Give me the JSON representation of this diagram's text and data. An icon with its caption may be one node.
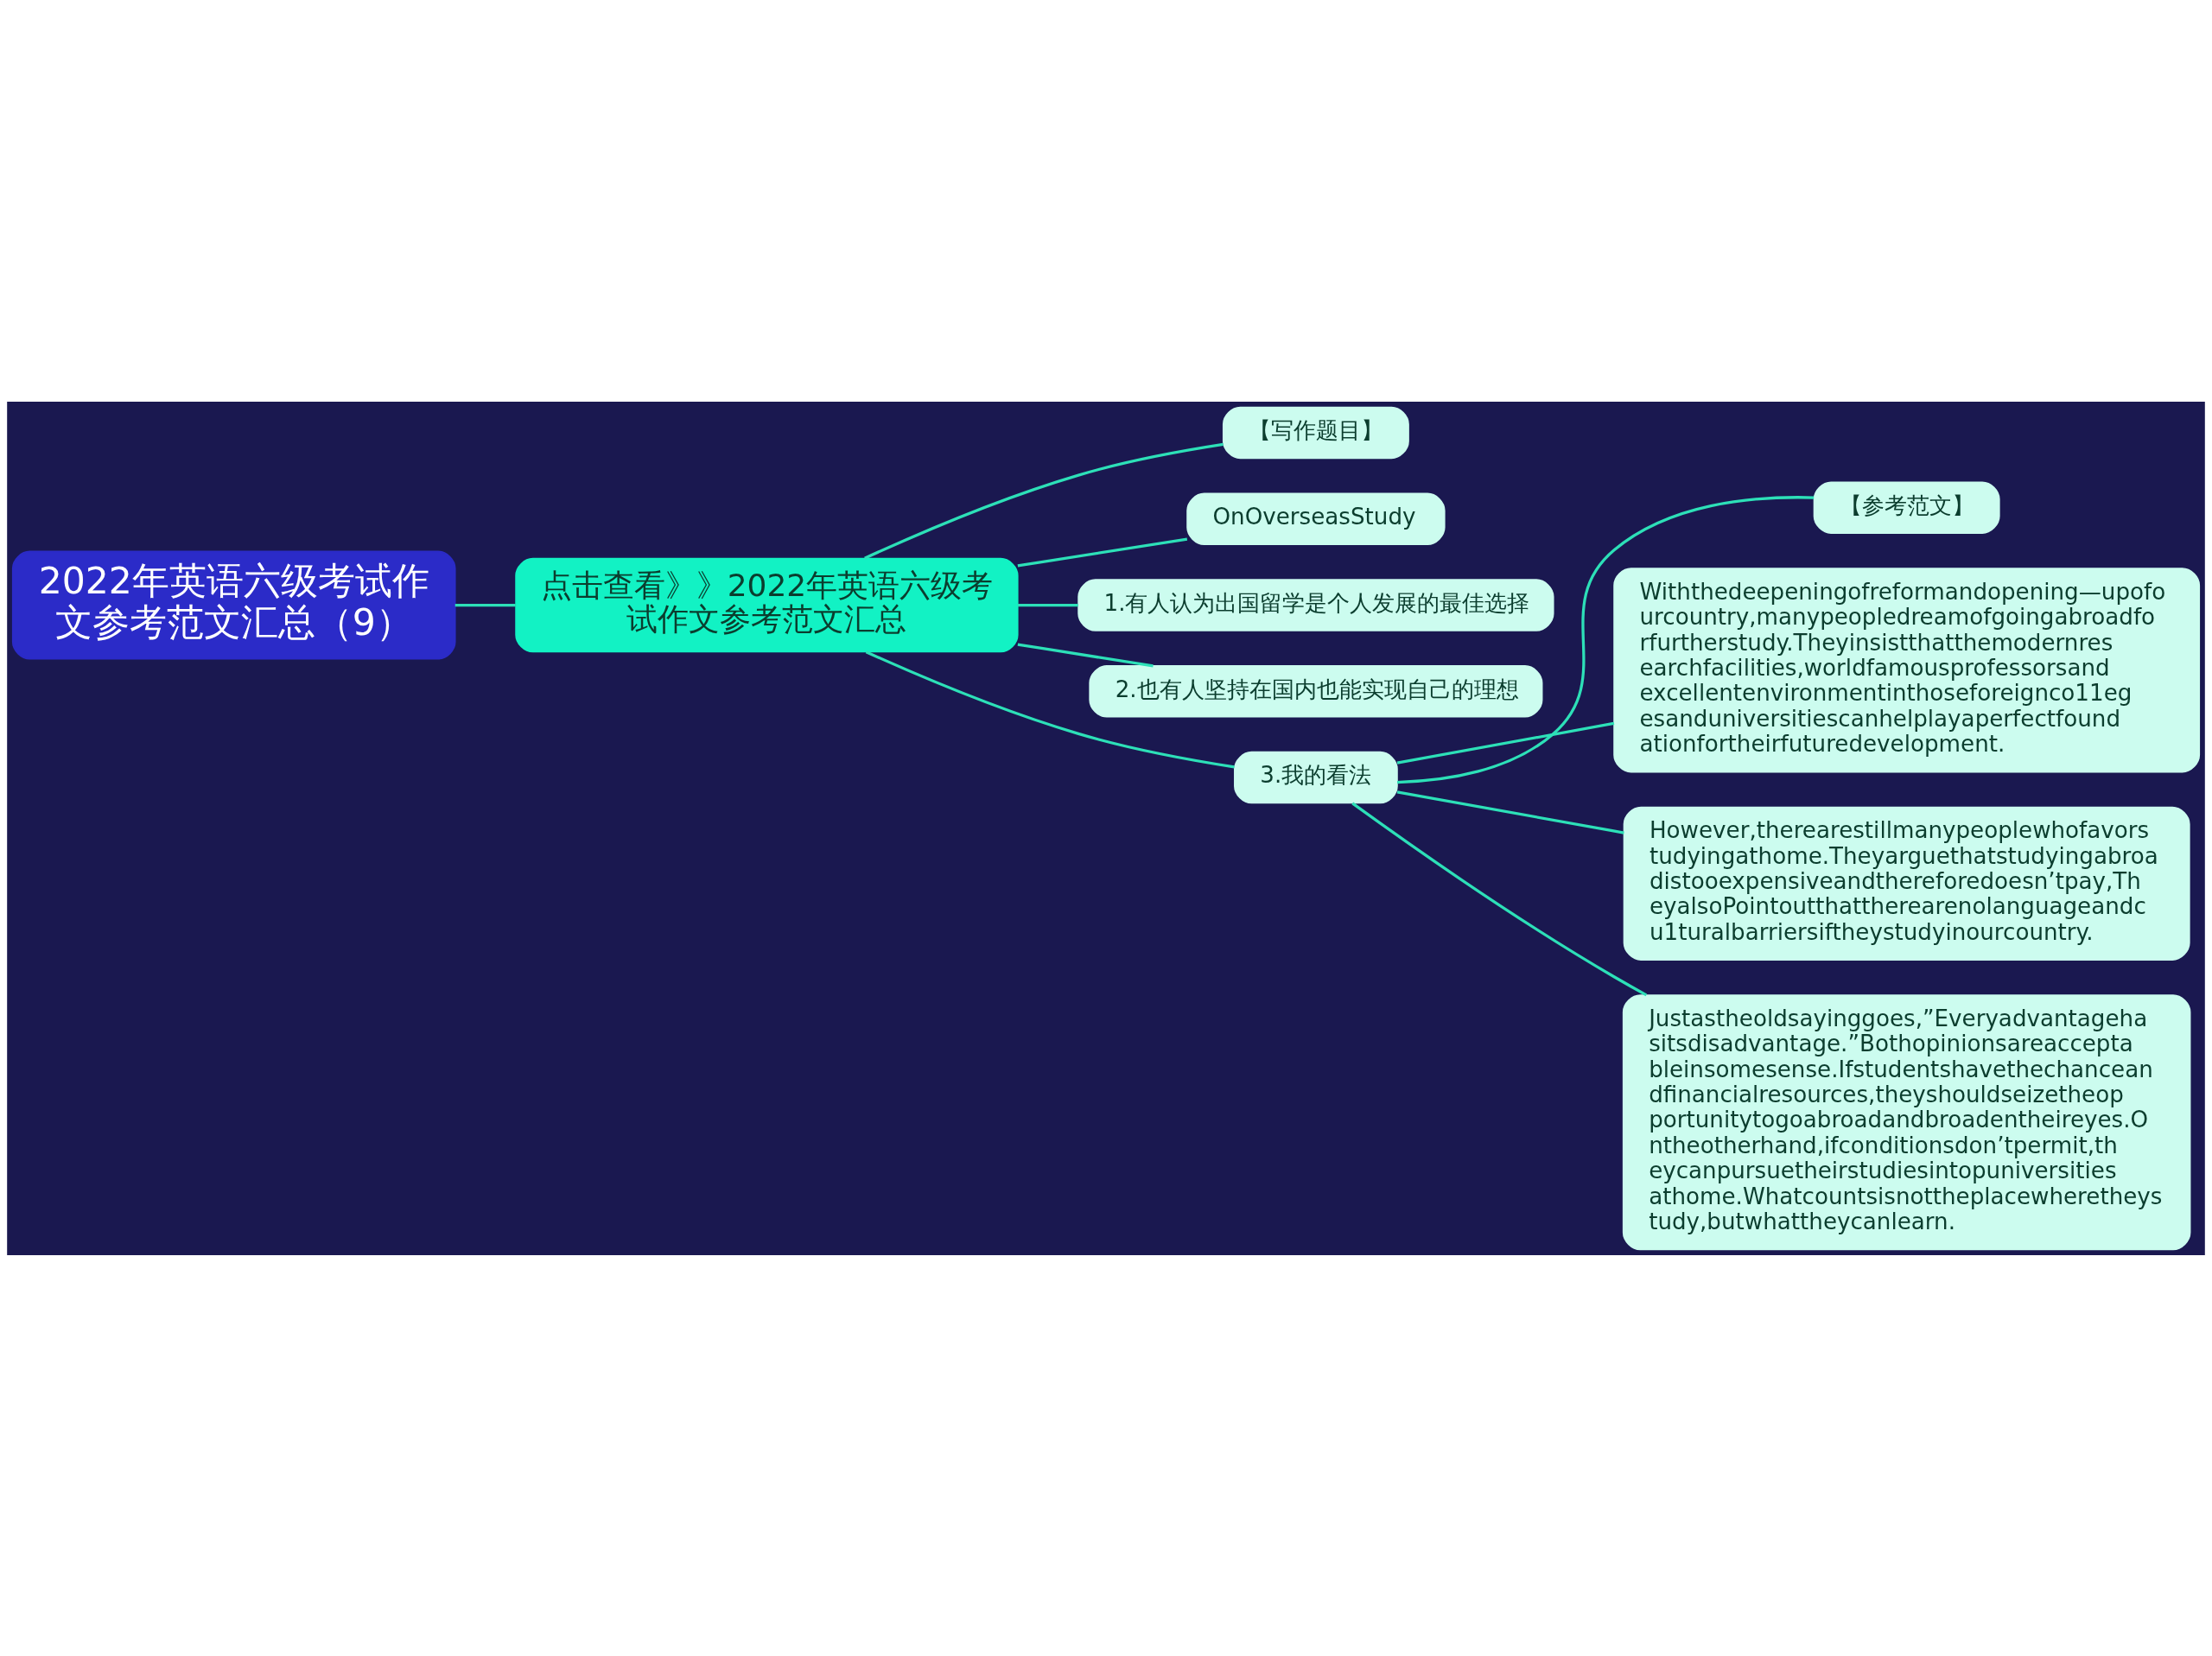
{
  "diagram": {
    "nodes": [
      {
        "text": [
          "2022年英语六级考试作文参考范文汇总（9）"
        ]
      },
      {
        "text": [
          "点击查看》》2022年英语六级考试作文参考范文汇总"
        ]
      },
      {
        "text": [
          "【写作题目】"
        ]
      },
      {
        "text": [
          "OnOverseasStudy"
        ]
      },
      {
        "text": [
          "1.有人认为出国留学是个人发展的最佳选择"
        ]
      },
      {
        "text": [
          "2.也有人坚持在国内也能实现自己的理想"
        ]
      },
      {
        "text": [
          "3.我的看法"
        ]
      },
      {
        "text": [
          "【参考范文】"
        ]
      },
      {
        "text": [
          "Withthedeepeningofreformandopening—upofourcountry,manypeopledreamofgoingabroadforfurtherstudy.Theyinsistthatthemodernresearchfacilities,worldfamousprofessorsandexcellentenvironmentinthoseforeignco11egesanduniversitiescanhelplayaperfectfoundationfortheirfuturedevelopment."
        ]
      },
      {
        "text": [
          "However,therearestillmanypeoplewhofavorstudyingathome.Theyarguethatstudyingabroadistooexpensiveandthereforedoesn’tpay,TheyalsoPointoutthattherearenolanguageandcu1turalbarriersiftheystudyinourcountry."
        ]
      },
      {
        "text": [
          "Justastheoldsayinggoes,”Everyadvantagehasitsdisadvantage.”Bothopinionsareacceptableinsomesense.Ifstudentshavethechanceandfinancialresources,theyshouldseizetheopportunitytogoabroadandbroadentheireyes.Ontheotherhand,ifconditionsdon’tpermit,theycanpursuetheirstudiesintopuniversitiesathome.Whatcountsisnottheplacewheretheystudy,butwhattheycanlearn."
        ]
      }
    ],
    "edges": [
      {
        "from": 0,
        "to": 1,
        "arrow": "none"
      },
      {
        "from": 1,
        "to": 2,
        "arrow": "none"
      },
      {
        "from": 1,
        "to": 3,
        "arrow": "none"
      },
      {
        "from": 1,
        "to": 4,
        "arrow": "none"
      },
      {
        "from": 1,
        "to": 5,
        "arrow": "none"
      },
      {
        "from": 1,
        "to": 6,
        "arrow": "none"
      },
      {
        "from": 6,
        "to": 7,
        "arrow": "none"
      },
      {
        "from": 6,
        "to": 8,
        "arrow": "none"
      },
      {
        "from": 6,
        "to": 9,
        "arrow": "none"
      },
      {
        "from": 6,
        "to": 10,
        "arrow": "none"
      }
    ]
  }
}
